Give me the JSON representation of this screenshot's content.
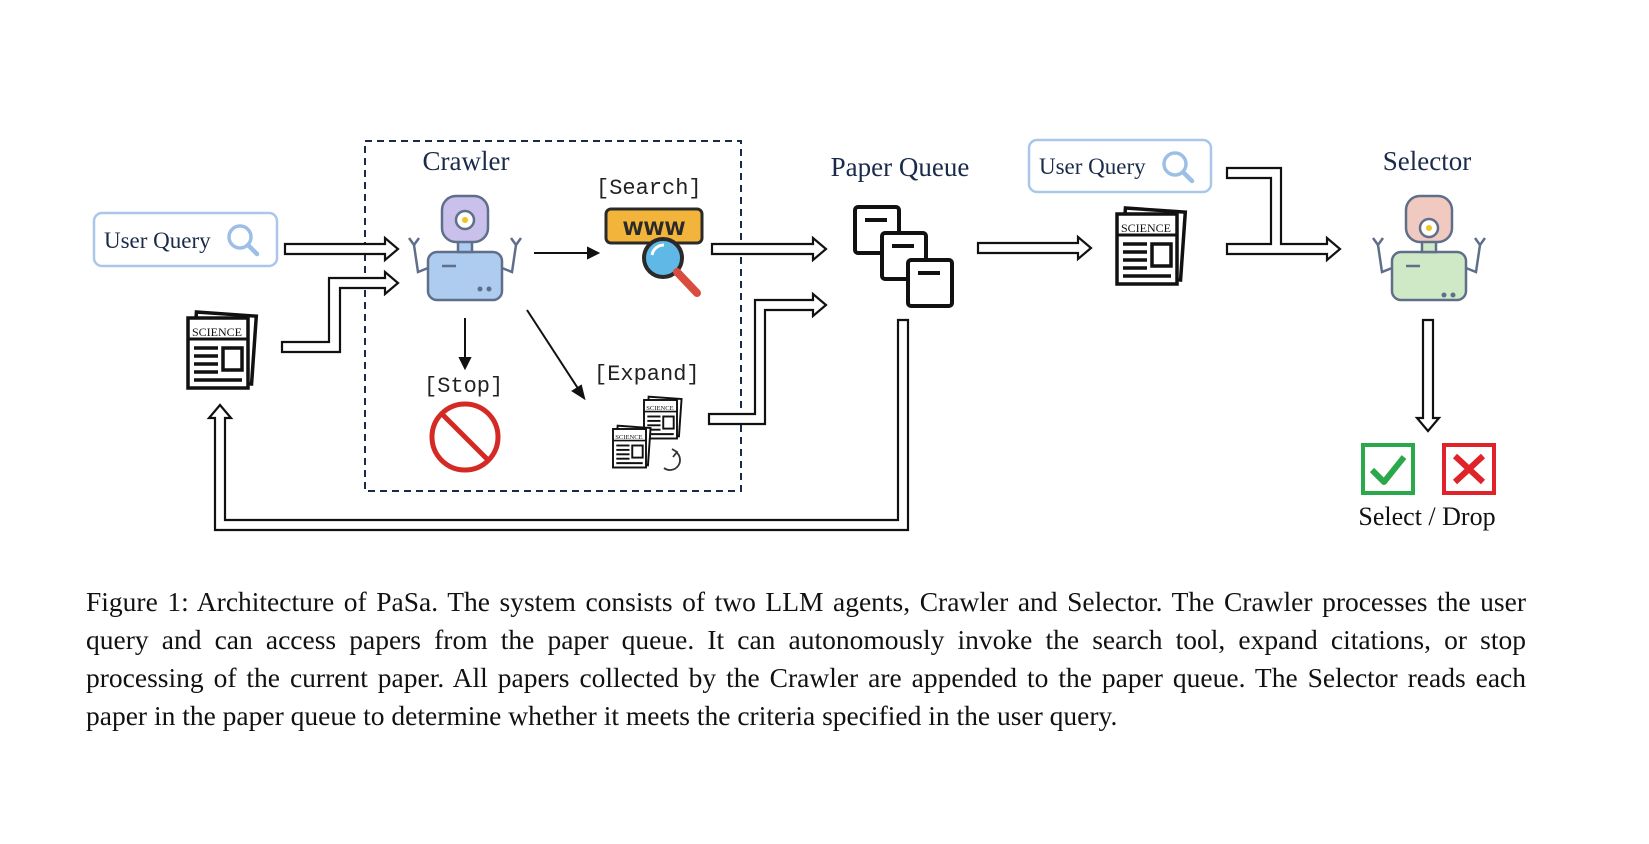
{
  "diagram": {
    "crawler_title": "Crawler",
    "selector_title": "Selector",
    "paper_queue_title": "Paper Queue",
    "user_query_label": "User Query",
    "search_action": "[Search]",
    "expand_action": "[Expand]",
    "stop_action": "[Stop]",
    "www_text": "WWW",
    "science_text": "SCIENCE",
    "select_drop_label": "Select / Drop"
  },
  "colors": {
    "robot_blue": "#aecbf0",
    "robot_purple": "#c9c0ec",
    "robot_pink": "#f0c9c0",
    "robot_green": "#cfe9c6",
    "search_yellow": "#f2b43b",
    "lens_blue": "#5fb8e6",
    "stop_red": "#d42a25",
    "check_green": "#2aa84a",
    "cross_red": "#e0222a",
    "query_border": "#a9c7e8"
  },
  "caption": {
    "text": "Figure 1: Architecture of PaSa. The system consists of two LLM agents, Crawler and Selector. The Crawler processes the user query and can access papers from the paper queue. It can autonomously invoke the search tool, expand citations, or stop processing of the current paper. All papers collected by the Crawler are appended to the paper queue. The Selector reads each paper in the paper queue to determine whether it meets the criteria specified in the user query."
  }
}
